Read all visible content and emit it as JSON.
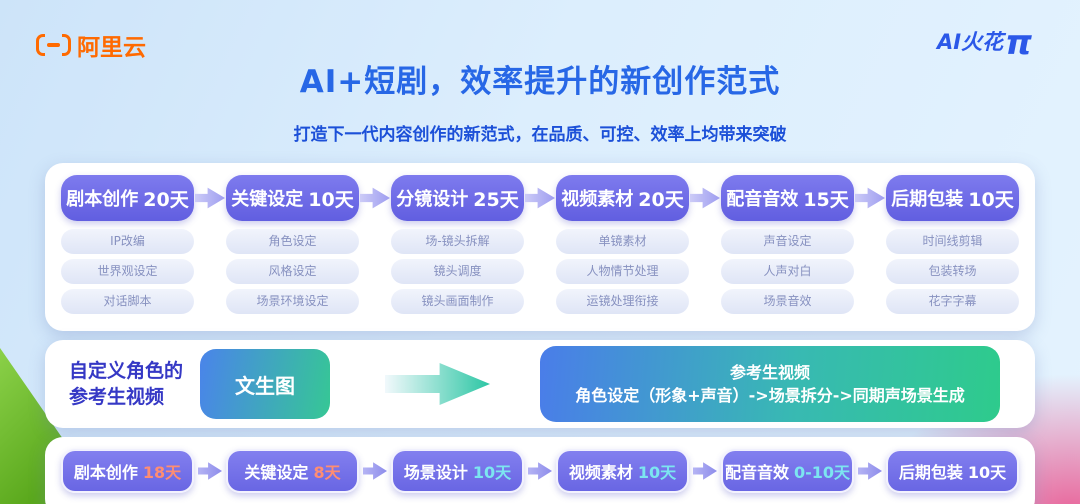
{
  "header": {
    "brand_left": "阿里云",
    "brand_right_text": "AI火花",
    "brand_right_pi": "π",
    "title": "AI+短剧，效率提升的新创作范式",
    "subtitle": "打造下一代内容创作的新范式，在品质、可控、效率上均带来突破"
  },
  "colors": {
    "brand_orange": "#ff6a00",
    "title_blue": "#2767e6",
    "stage_purple": "#6f6ce4",
    "gradient_blue": "#4a7de9",
    "gradient_green": "#2ecb8c",
    "days_orange": "#ff8d72",
    "days_cyan": "#7ce6f0",
    "days_white": "#ffffff"
  },
  "traditional_flow": {
    "stages": [
      {
        "name": "剧本创作",
        "days": "20天",
        "items": [
          "IP改编",
          "世界观设定",
          "对话脚本"
        ]
      },
      {
        "name": "关键设定",
        "days": "10天",
        "items": [
          "角色设定",
          "风格设定",
          "场景环境设定"
        ]
      },
      {
        "name": "分镜设计",
        "days": "25天",
        "items": [
          "场-镜头拆解",
          "镜头调度",
          "镜头画面制作"
        ]
      },
      {
        "name": "视频素材",
        "days": "20天",
        "items": [
          "单镜素材",
          "人物情节处理",
          "运镜处理衔接"
        ]
      },
      {
        "name": "配音音效",
        "days": "15天",
        "items": [
          "声音设定",
          "人声对白",
          "场景音效"
        ]
      },
      {
        "name": "后期包装",
        "days": "10天",
        "items": [
          "时间线剪辑",
          "包装转场",
          "花字字幕"
        ]
      }
    ]
  },
  "custom_flow": {
    "label_line1": "自定义角色的",
    "label_line2": "参考生视频",
    "step1": "文生图",
    "result_title": "参考生视频",
    "result_desc": "角色设定（形象+声音）->场景拆分->同期声场景生成"
  },
  "ai_flow": {
    "stages": [
      {
        "name": "剧本创作",
        "days": "18天",
        "days_color": "#ff8d72"
      },
      {
        "name": "关键设定",
        "days": "8天",
        "days_color": "#ff8d72"
      },
      {
        "name": "场景设计",
        "days": "10天",
        "days_color": "#7ce6f0"
      },
      {
        "name": "视频素材",
        "days": "10天",
        "days_color": "#7ce6f0"
      },
      {
        "name": "配音音效",
        "days": "0-10天",
        "days_color": "#7ce6f0"
      },
      {
        "name": "后期包装",
        "days": "10天",
        "days_color": "#ffffff"
      }
    ]
  }
}
